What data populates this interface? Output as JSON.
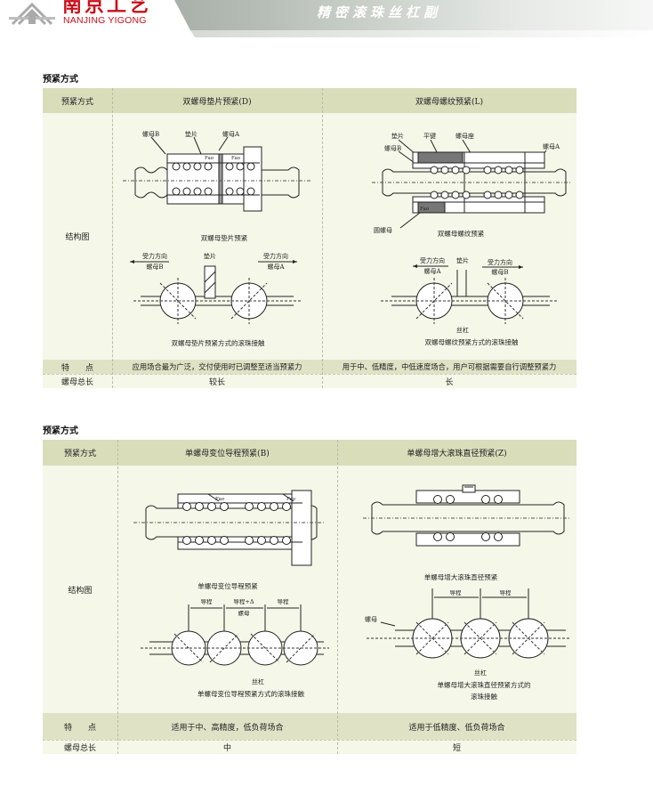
{
  "header": {
    "brand_cn": "南京工艺",
    "brand_en": "NANJING YIGONG",
    "title": "精密滚珠丝杠副"
  },
  "sections": [
    {
      "title": "预紧方式",
      "columns": [
        "预紧方式",
        "双螺母垫片预紧(D)",
        "双螺母螺纹预紧(L)"
      ],
      "row_label": "结构图",
      "left": {
        "labels": [
          "螺母B",
          "垫片",
          "螺母A",
          "Fao",
          "Fao"
        ],
        "caption1": "双螺母垫片预紧",
        "force_left": "受力方向",
        "nut_left": "螺母B",
        "middle": "垫片",
        "force_right": "受力方向",
        "nut_right": "螺母A",
        "caption2": "双螺母垫片预紧方式的滚珠接触"
      },
      "right": {
        "labels": [
          "垫片",
          "平键",
          "螺母座",
          "螺母B",
          "螺母A",
          "Fao",
          "圆螺母"
        ],
        "caption1": "双螺母螺纹预紧",
        "force_left": "受力方向",
        "nut_left": "螺母A",
        "middle": "垫片",
        "force_right": "受力方向",
        "nut_right": "螺母B",
        "screw": "丝杠",
        "caption2": "双螺母螺纹预紧方式的滚珠接触"
      },
      "feature_label": "特　　点",
      "feature_left": "应用场合最为广泛，交付使用时已调整至适当预紧力",
      "feature_right": "用于中、低精度，中低速度场合，用户可根据需要自行调整预紧力",
      "length_label": "螺母总长",
      "length_left": "较长",
      "length_right": "长"
    },
    {
      "title": "预紧方式",
      "columns": [
        "预紧方式",
        "单螺母变位导程预紧(B)",
        "单螺母增大滚珠直径预紧(Z)"
      ],
      "row_label": "结构图",
      "left": {
        "labels": [
          "Fao",
          "Fao"
        ],
        "caption1": "单螺母变位导程预紧",
        "lead1": "导程",
        "lead2": "导程+Δ",
        "lead3": "导程",
        "nut": "螺母",
        "screw": "丝杠",
        "caption2": "单螺母变位导程预紧方式的滚珠接触"
      },
      "right": {
        "caption1": "单螺母增大滚珠直径预紧",
        "lead1": "导程",
        "lead2": "导程",
        "nut": "螺母",
        "screw": "丝杠",
        "caption2a": "单螺母增大滚珠直径预紧方式的",
        "caption2b": "滚珠接触"
      },
      "feature_label": "特　　点",
      "feature_left": "适用于中、高精度，低负荷场合",
      "feature_right": "适用于低精度、低负荷场合",
      "length_label": "螺母总长",
      "length_left": "中",
      "length_right": "短"
    }
  ]
}
